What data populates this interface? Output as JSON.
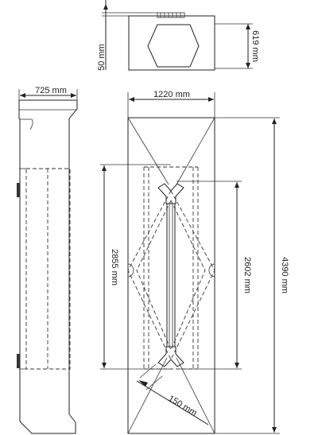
{
  "dimensions": {
    "height_small": "50 mm",
    "depth_top": "619 mm",
    "width_side": "725 mm",
    "width_front": "1220 mm",
    "span_outer": "2855 mm",
    "span_inner": "2602 mm",
    "height_total": "4390 mm",
    "cut_width": "150 mm"
  }
}
